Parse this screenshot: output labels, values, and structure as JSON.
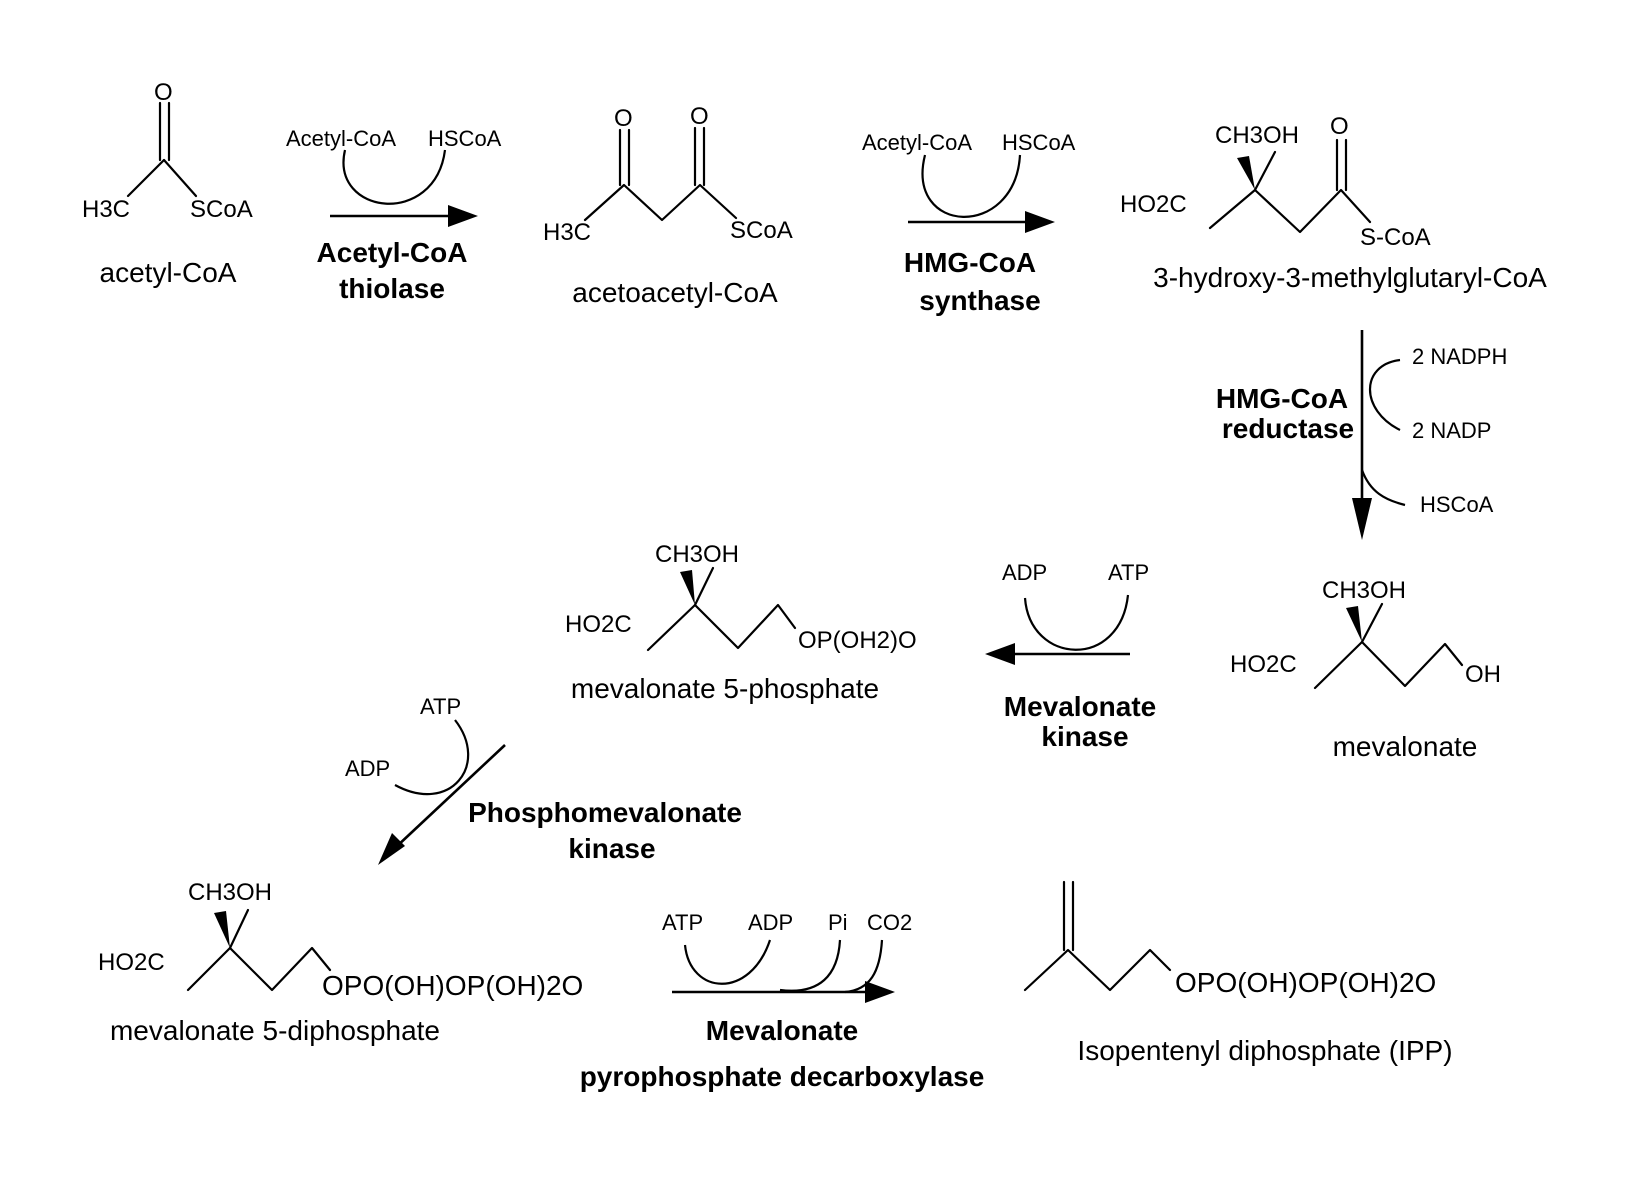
{
  "compounds": {
    "acetyl_coa": {
      "name": "acetyl-CoA",
      "atoms": {
        "o": "O",
        "h3c": "H3C",
        "scoa": "SCoA"
      }
    },
    "acetoacetyl_coa": {
      "name": "acetoacetyl-CoA",
      "atoms": {
        "o1": "O",
        "o2": "O",
        "h3c": "H3C",
        "scoa": "SCoA"
      }
    },
    "hmg_coa": {
      "name": "3-hydroxy-3-methylglutaryl-CoA",
      "atoms": {
        "ch3oh": "CH3OH",
        "o": "O",
        "ho2c": "HO2C",
        "scoa": "S-CoA"
      }
    },
    "mevalonate": {
      "name": "mevalonate",
      "atoms": {
        "ch3oh": "CH3OH",
        "ho2c": "HO2C",
        "oh": "OH"
      }
    },
    "mevalonate_5_phosphate": {
      "name": "mevalonate 5-phosphate",
      "atoms": {
        "ch3oh": "CH3OH",
        "ho2c": "HO2C",
        "op": "OP(OH2)O"
      }
    },
    "mevalonate_5_diphosphate": {
      "name": "mevalonate 5-diphosphate",
      "atoms": {
        "ch3oh": "CH3OH",
        "ho2c": "HO2C",
        "opp": "OPO(OH)OP(OH)2O"
      }
    },
    "ipp": {
      "name": "Isopentenyl diphosphate (IPP)",
      "atoms": {
        "opp": "OPO(OH)OP(OH)2O"
      }
    }
  },
  "reactions": {
    "thiolase": {
      "enzyme_line1": "Acetyl-CoA",
      "enzyme_line2": "thiolase",
      "cofactor_in": "Acetyl-CoA",
      "cofactor_out": "HSCoA"
    },
    "hmg_synthase": {
      "enzyme_line1": "HMG-CoA",
      "enzyme_line2": "synthase",
      "cofactor_in": "Acetyl-CoA",
      "cofactor_out": "HSCoA"
    },
    "hmg_reductase": {
      "enzyme_line1": "HMG-CoA",
      "enzyme_line2": "reductase",
      "cofactor_in": "2 NADPH",
      "cofactor_out1": "2 NADP",
      "cofactor_out2": "HSCoA"
    },
    "mevalonate_kinase": {
      "enzyme_line1": "Mevalonate",
      "enzyme_line2": "kinase",
      "cofactor_in": "ATP",
      "cofactor_out": "ADP"
    },
    "phosphomevalonate_kinase": {
      "enzyme_line1": "Phosphomevalonate",
      "enzyme_line2": "kinase",
      "cofactor_in": "ATP",
      "cofactor_out": "ADP"
    },
    "decarboxylase": {
      "enzyme_line1": "Mevalonate",
      "enzyme_line2": "pyrophosphate decarboxylase",
      "cofactor_in": "ATP",
      "cofactor_out1": "ADP",
      "cofactor_out2": "Pi",
      "cofactor_out3": "CO2"
    }
  }
}
